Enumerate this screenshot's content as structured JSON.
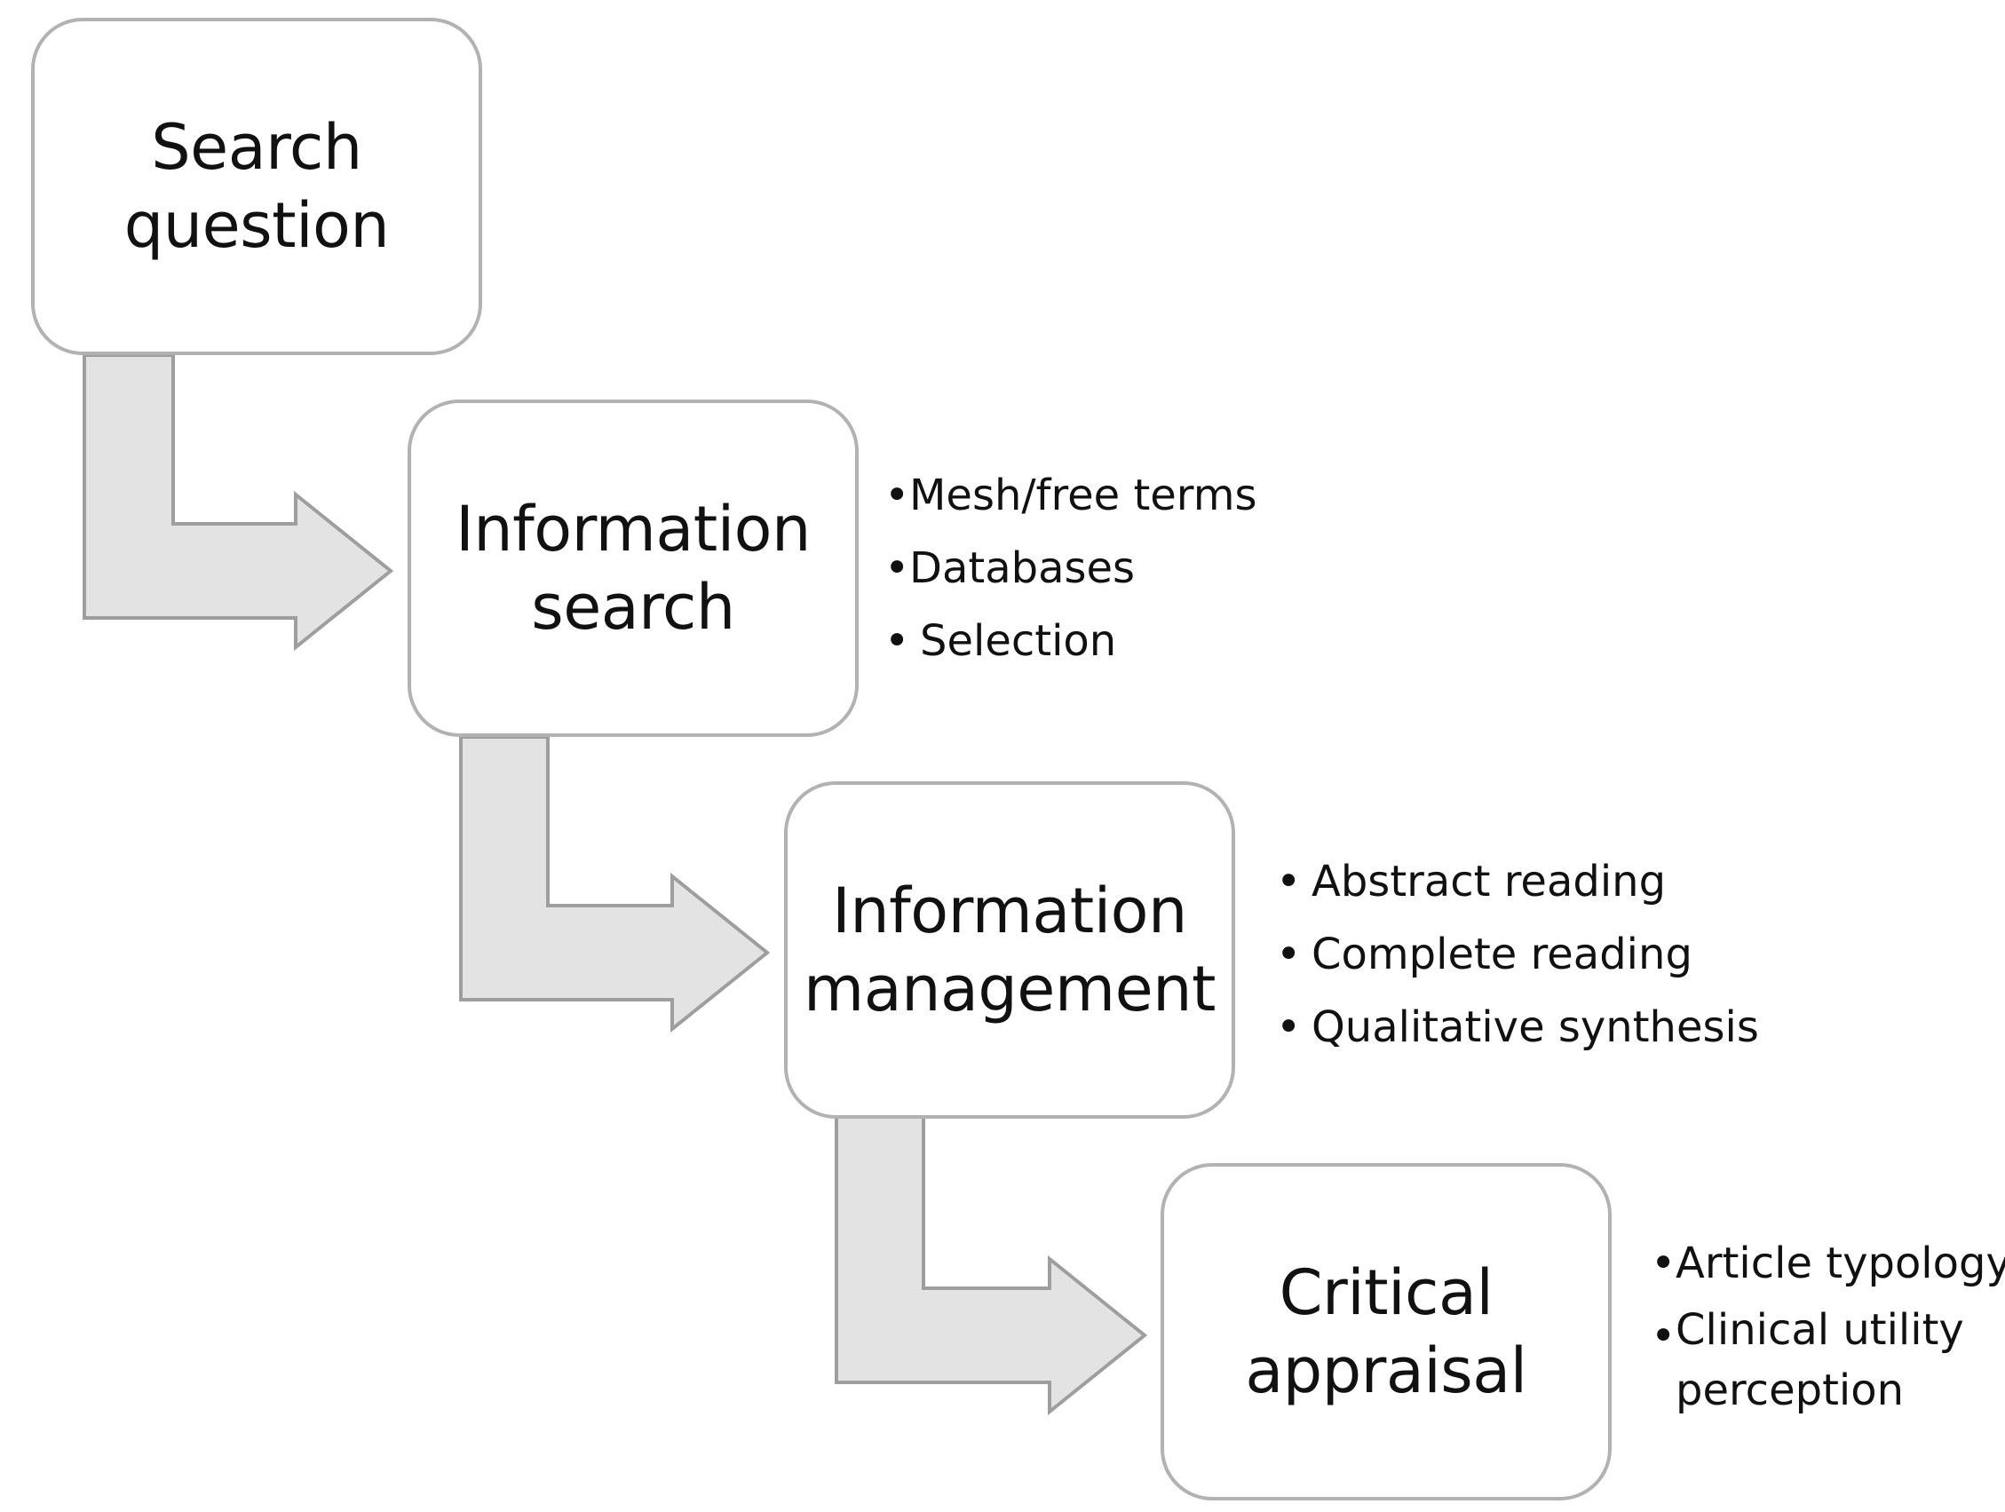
{
  "colors": {
    "box_border": "#b2b2b2",
    "arrow_fill": "#e3e3e3",
    "arrow_stroke": "#9e9e9e",
    "text": "#111111"
  },
  "steps": [
    {
      "title": "Search\nquestion",
      "bullets": []
    },
    {
      "title": "Information\nsearch",
      "bullets": [
        "Mesh/free terms",
        "Databases",
        "Selection"
      ]
    },
    {
      "title": "Information\nmanagement",
      "bullets": [
        "Abstract reading",
        "Complete reading",
        "Qualitative synthesis"
      ]
    },
    {
      "title": "Critical\nappraisal",
      "bullets": [
        "Article typology",
        "Clinical utility\nperception"
      ]
    }
  ],
  "bullet_symbol": "•"
}
